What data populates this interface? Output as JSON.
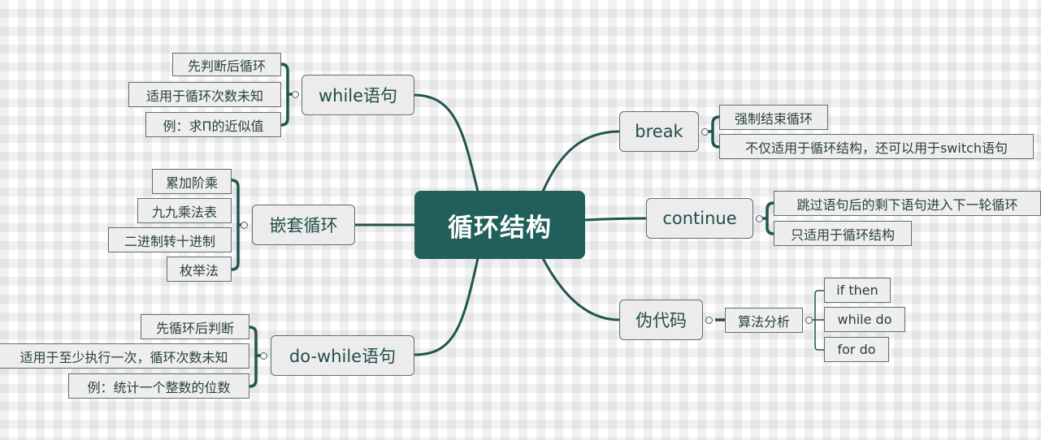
{
  "root": {
    "label": "循环结构"
  },
  "colors": {
    "root_fill": "#215f5a",
    "connector": "#1f5550",
    "node_fill": "#ececec",
    "node_border": "#5e6f6c",
    "text": "#1f4e4a"
  },
  "branches": {
    "while": {
      "label": "while语句",
      "children": [
        "先判断后循环",
        "适用于循环次数未知",
        "例：求Π的近似值"
      ]
    },
    "nested": {
      "label": "嵌套循环",
      "children": [
        "累加阶乘",
        "九九乘法表",
        "二进制转十进制",
        "枚举法"
      ]
    },
    "dowhile": {
      "label": "do-while语句",
      "children": [
        "先循环后判断",
        "适用于至少执行一次，循环次数未知",
        "例：统计一个整数的位数"
      ]
    },
    "break": {
      "label": "break",
      "children": [
        "强制结束循环",
        "不仅适用于循环结构，还可以用于switch语句"
      ]
    },
    "continue": {
      "label": "continue",
      "children": [
        "跳过语句后的剩下语句进入下一轮循环",
        "只适用于循环结构"
      ]
    },
    "pseudocode": {
      "label": "伪代码",
      "sub": {
        "label": "算法分析",
        "children": [
          "if then",
          "while do",
          "for do"
        ]
      }
    }
  }
}
